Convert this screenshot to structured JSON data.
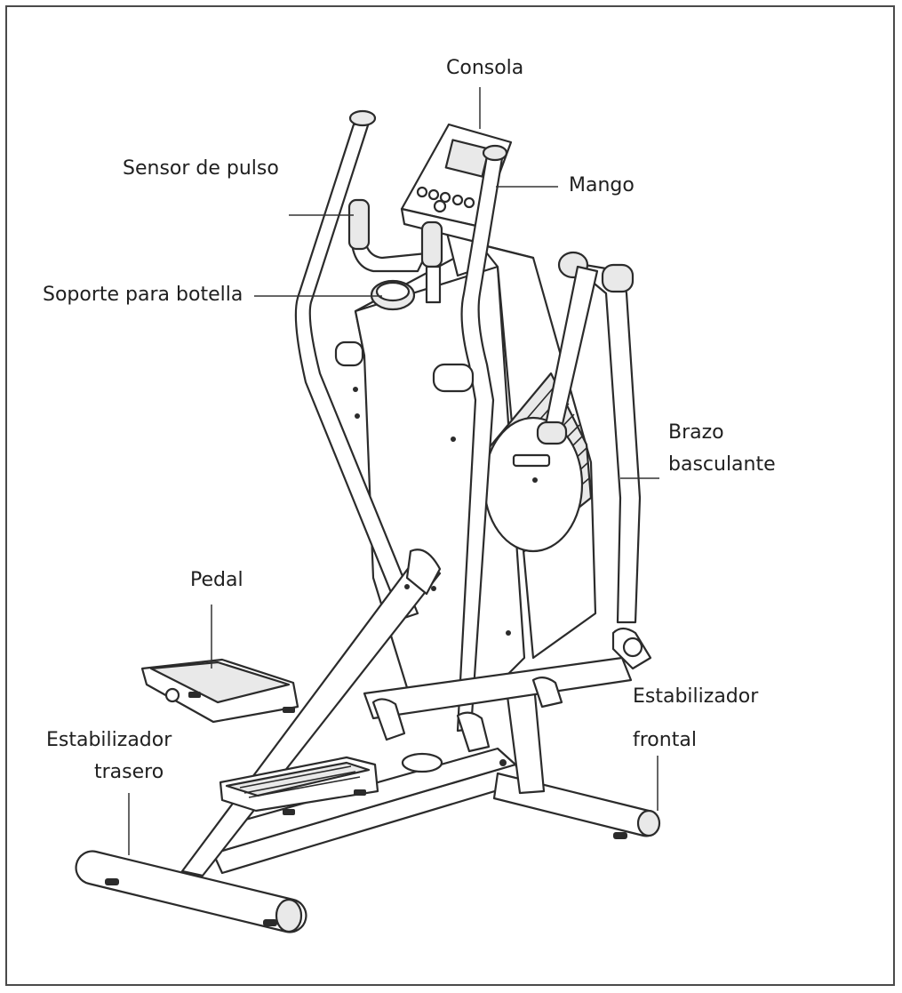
{
  "diagram": {
    "labels": {
      "consola": "Consola",
      "sensor_de_pulso": "Sensor de pulso",
      "mango": "Mango",
      "soporte_para_botella": "Soporte para botella",
      "brazo_line1": "Brazo",
      "brazo_line2": "basculante",
      "pedal": "Pedal",
      "estab_delantero_line1": "Estabilizador",
      "estab_delantero_line2": "frontal",
      "estab_trasero_line1": "Estabilizador",
      "estab_trasero_line2": "trasero"
    },
    "colors": {
      "line": "#2b2b2b",
      "frame": "#4a4a4a",
      "background": "#ffffff"
    }
  }
}
